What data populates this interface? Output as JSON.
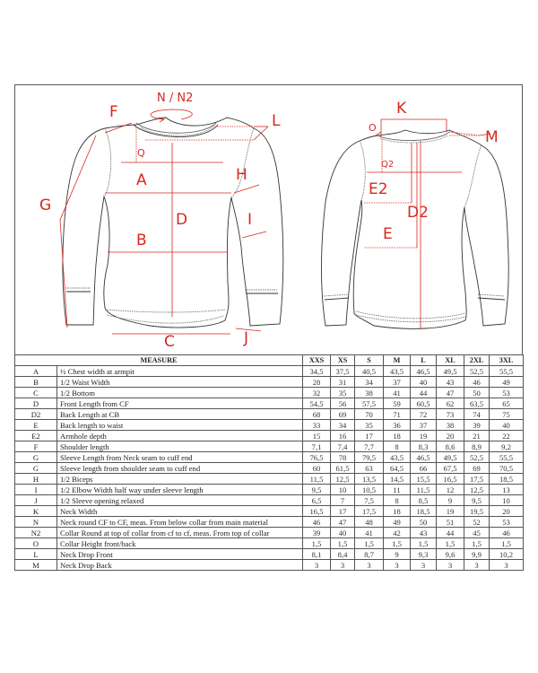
{
  "diagram": {
    "front_labels": {
      "N": "N / N2",
      "F": "F",
      "L": "L",
      "Q": "Q",
      "A": "A",
      "H": "H",
      "G": "G",
      "D": "D",
      "I": "I",
      "B": "B",
      "C": "C",
      "J": "J"
    },
    "back_labels": {
      "K": "K",
      "O": "O",
      "M": "M",
      "Q2": "Q2",
      "E2": "E2",
      "D2": "D2",
      "E": "E"
    },
    "label_color": "#d6281f"
  },
  "table": {
    "header_measure": "MEASURE",
    "sizes": [
      "XXS",
      "XS",
      "S",
      "M",
      "L",
      "XL",
      "2XL",
      "3XL"
    ],
    "rows": [
      {
        "code": "A",
        "desc": "½ Chest width at armpit",
        "values": [
          "34,5",
          "37,5",
          "40,5",
          "43,5",
          "46,5",
          "49,5",
          "52,5",
          "55,5"
        ]
      },
      {
        "code": "B",
        "desc": "1/2 Waist Width",
        "values": [
          "28",
          "31",
          "34",
          "37",
          "40",
          "43",
          "46",
          "49"
        ]
      },
      {
        "code": "C",
        "desc": "1/2 Bottom",
        "values": [
          "32",
          "35",
          "38",
          "41",
          "44",
          "47",
          "50",
          "53"
        ]
      },
      {
        "code": "D",
        "desc": "Front Length from CF",
        "values": [
          "54,5",
          "56",
          "57,5",
          "59",
          "60,5",
          "62",
          "63,5",
          "65"
        ]
      },
      {
        "code": "D2",
        "desc": "Back Length at CB",
        "values": [
          "68",
          "69",
          "70",
          "71",
          "72",
          "73",
          "74",
          "75"
        ]
      },
      {
        "code": "E",
        "desc": "Back length to waist",
        "values": [
          "33",
          "34",
          "35",
          "36",
          "37",
          "38",
          "39",
          "40"
        ]
      },
      {
        "code": "E2",
        "desc": "Armhole depth",
        "values": [
          "15",
          "16",
          "17",
          "18",
          "19",
          "20",
          "21",
          "22"
        ]
      },
      {
        "code": "F",
        "desc": "Shoulder length",
        "values": [
          "7,1",
          "7,4",
          "7,7",
          "8",
          "8,3",
          "8,6",
          "8,9",
          "9,2"
        ]
      },
      {
        "code": "G",
        "desc": "Sleeve Length from Neck seam to cuff end",
        "values": [
          "76,5",
          "78",
          "79,5",
          "43,5",
          "46,5",
          "49,5",
          "52,5",
          "55,5"
        ]
      },
      {
        "code": "G",
        "desc": "Sleeve length from shoulder seam to cuff end",
        "values": [
          "60",
          "61,5",
          "63",
          "64,5",
          "66",
          "67,5",
          "69",
          "70,5"
        ]
      },
      {
        "code": "H",
        "desc": "1/2 Biceps",
        "values": [
          "11,5",
          "12,5",
          "13,5",
          "14,5",
          "15,5",
          "16,5",
          "17,5",
          "18,5"
        ]
      },
      {
        "code": "I",
        "desc": "1/2 Elbow Width half way under sleeve length",
        "values": [
          "9,5",
          "10",
          "10,5",
          "11",
          "11,5",
          "12",
          "12,5",
          "13"
        ]
      },
      {
        "code": "J",
        "desc": "1/2 Sleeve opening relaxed",
        "values": [
          "6,5",
          "7",
          "7,5",
          "8",
          "8,5",
          "9",
          "9,5",
          "10"
        ]
      },
      {
        "code": "K",
        "desc": "Neck Width",
        "values": [
          "16,5",
          "17",
          "17,5",
          "18",
          "18,5",
          "19",
          "19,5",
          "20"
        ]
      },
      {
        "code": "N",
        "desc": "Neck round CF to CF,  meas. From below collar from main material",
        "values": [
          "46",
          "47",
          "48",
          "49",
          "50",
          "51",
          "52",
          "53"
        ]
      },
      {
        "code": "N2",
        "desc": "Collar Round at top of collar from cf to cf, meas. From top of collar",
        "values": [
          "39",
          "40",
          "41",
          "42",
          "43",
          "44",
          "45",
          "46"
        ]
      },
      {
        "code": "O",
        "desc": "Collar Height front/back",
        "values": [
          "1,5",
          "1,5",
          "1,5",
          "1,5",
          "1,5",
          "1,5",
          "1,5",
          "1,5"
        ]
      },
      {
        "code": "L",
        "desc": "Neck Drop Front",
        "values": [
          "8,1",
          "8,4",
          "8,7",
          "9",
          "9,3",
          "9,6",
          "9,9",
          "10,2"
        ]
      },
      {
        "code": "M",
        "desc": "Neck Drop Back",
        "values": [
          "3",
          "3",
          "3",
          "3",
          "3",
          "3",
          "3",
          "3"
        ]
      }
    ]
  }
}
